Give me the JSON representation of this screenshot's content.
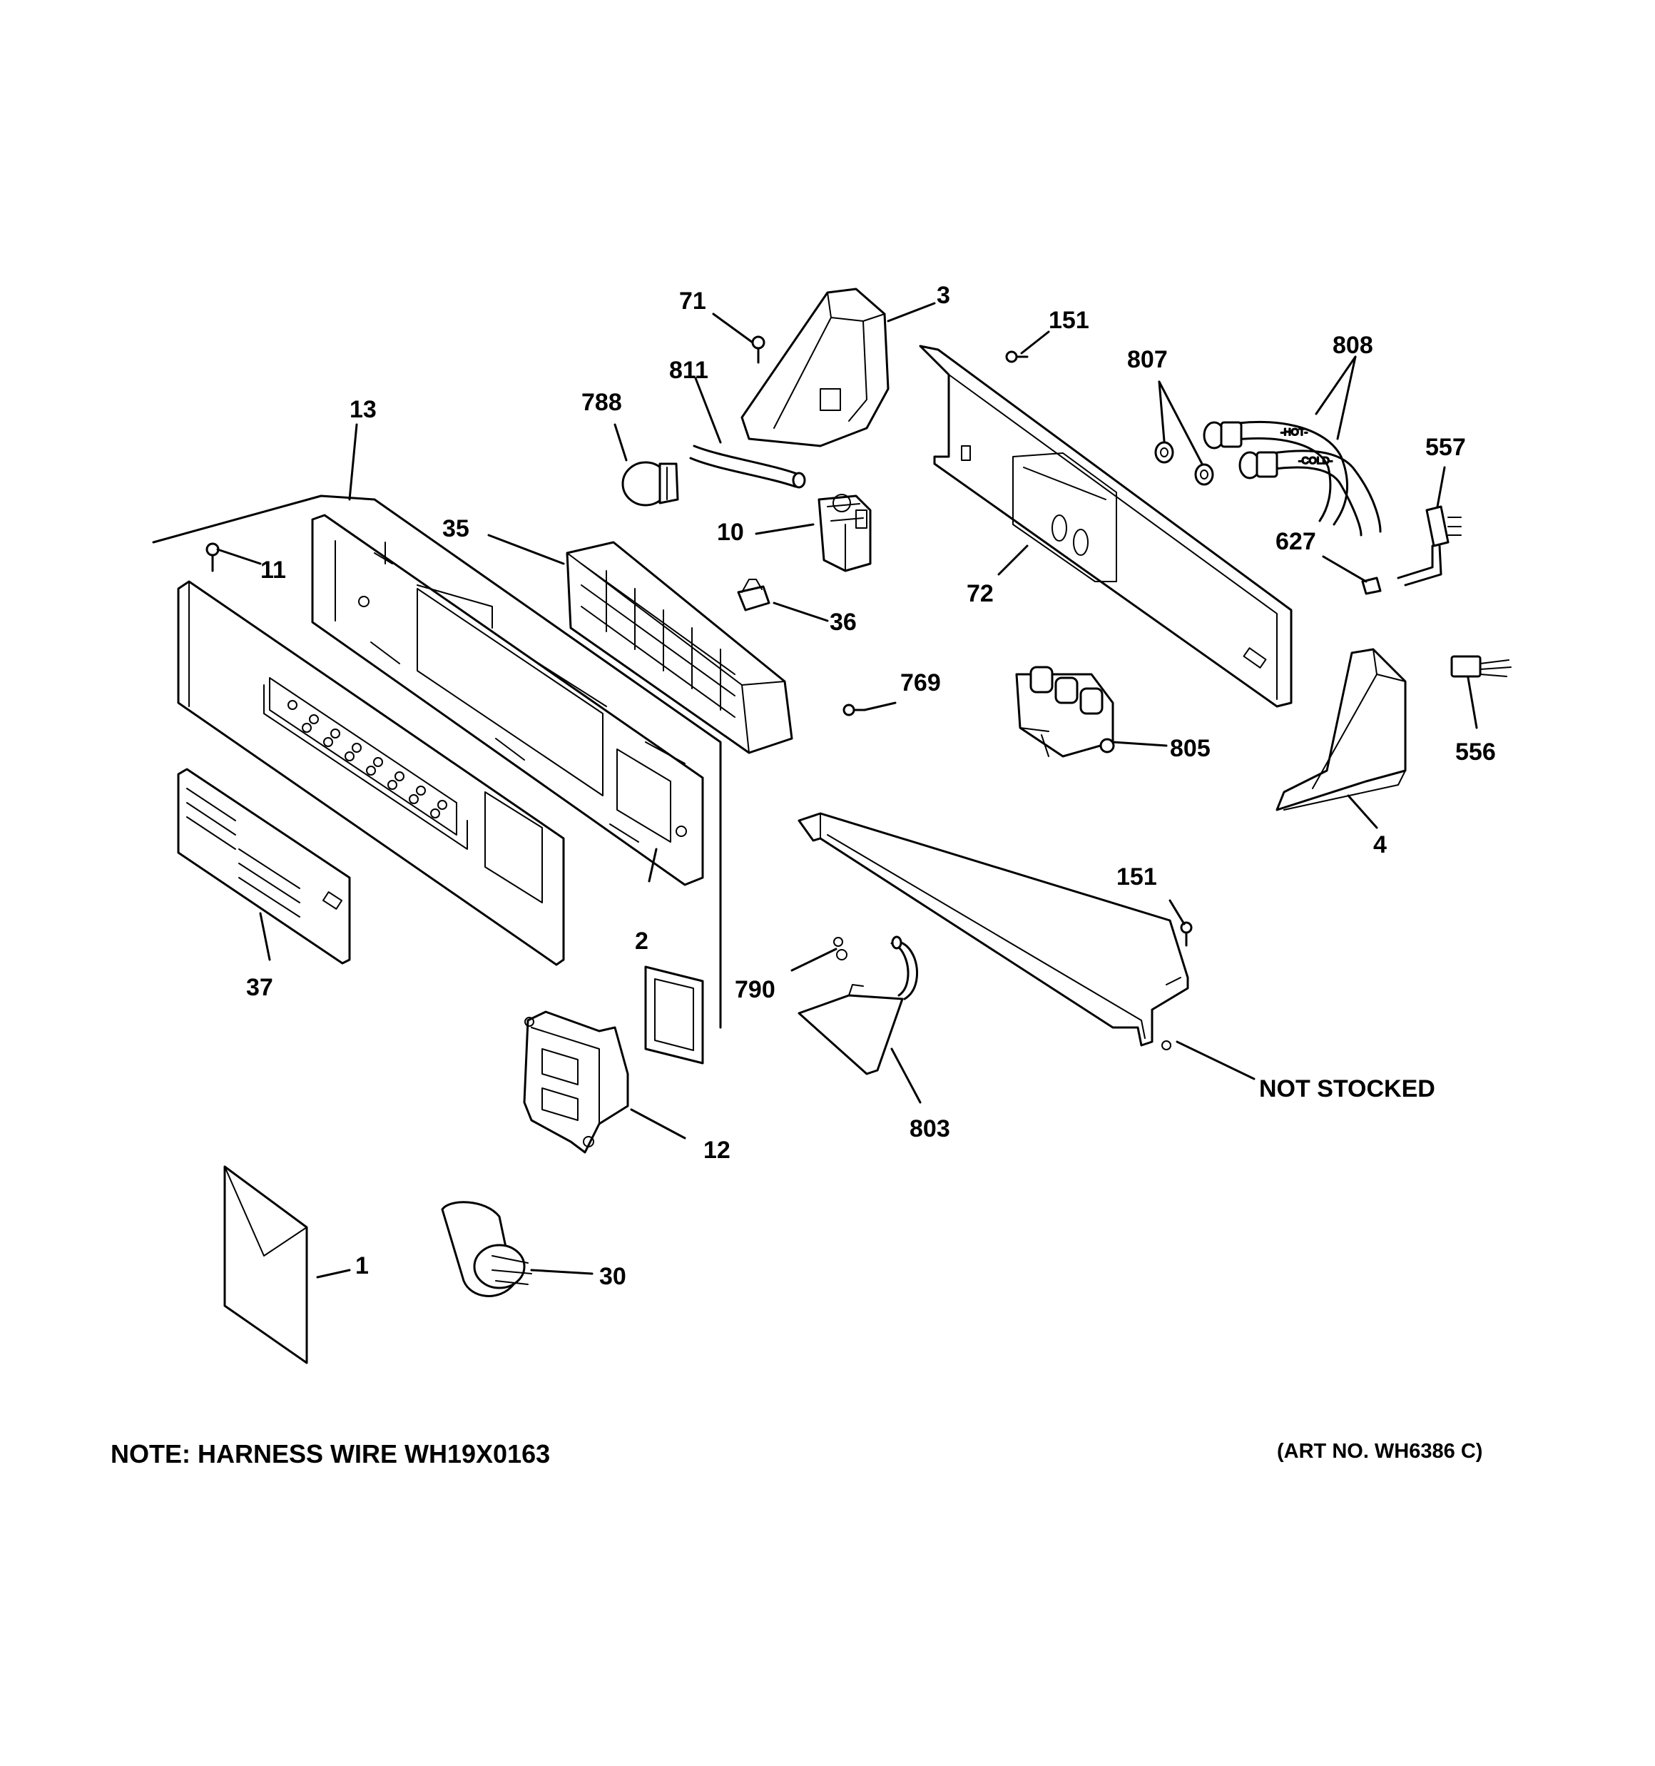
{
  "diagram": {
    "callouts": {
      "p1": "1",
      "p2": "2",
      "p3": "3",
      "p4": "4",
      "p10": "10",
      "p11": "11",
      "p12": "12",
      "p13": "13",
      "p30": "30",
      "p35": "35",
      "p36": "36",
      "p37": "37",
      "p71": "71",
      "p72": "72",
      "p151a": "151",
      "p151b": "151",
      "p556": "556",
      "p557": "557",
      "p627": "627",
      "p769": "769",
      "p788": "788",
      "p790": "790",
      "p803": "803",
      "p805": "805",
      "p807": "807",
      "p808": "808",
      "p811": "811"
    },
    "not_stocked": "NOT STOCKED",
    "hose_hot_label": "-HOT-",
    "hose_cold_label": "-COLD-",
    "note": "NOTE: HARNESS WIRE WH19X0163",
    "art_no": "(ART NO. WH6386 C)"
  }
}
